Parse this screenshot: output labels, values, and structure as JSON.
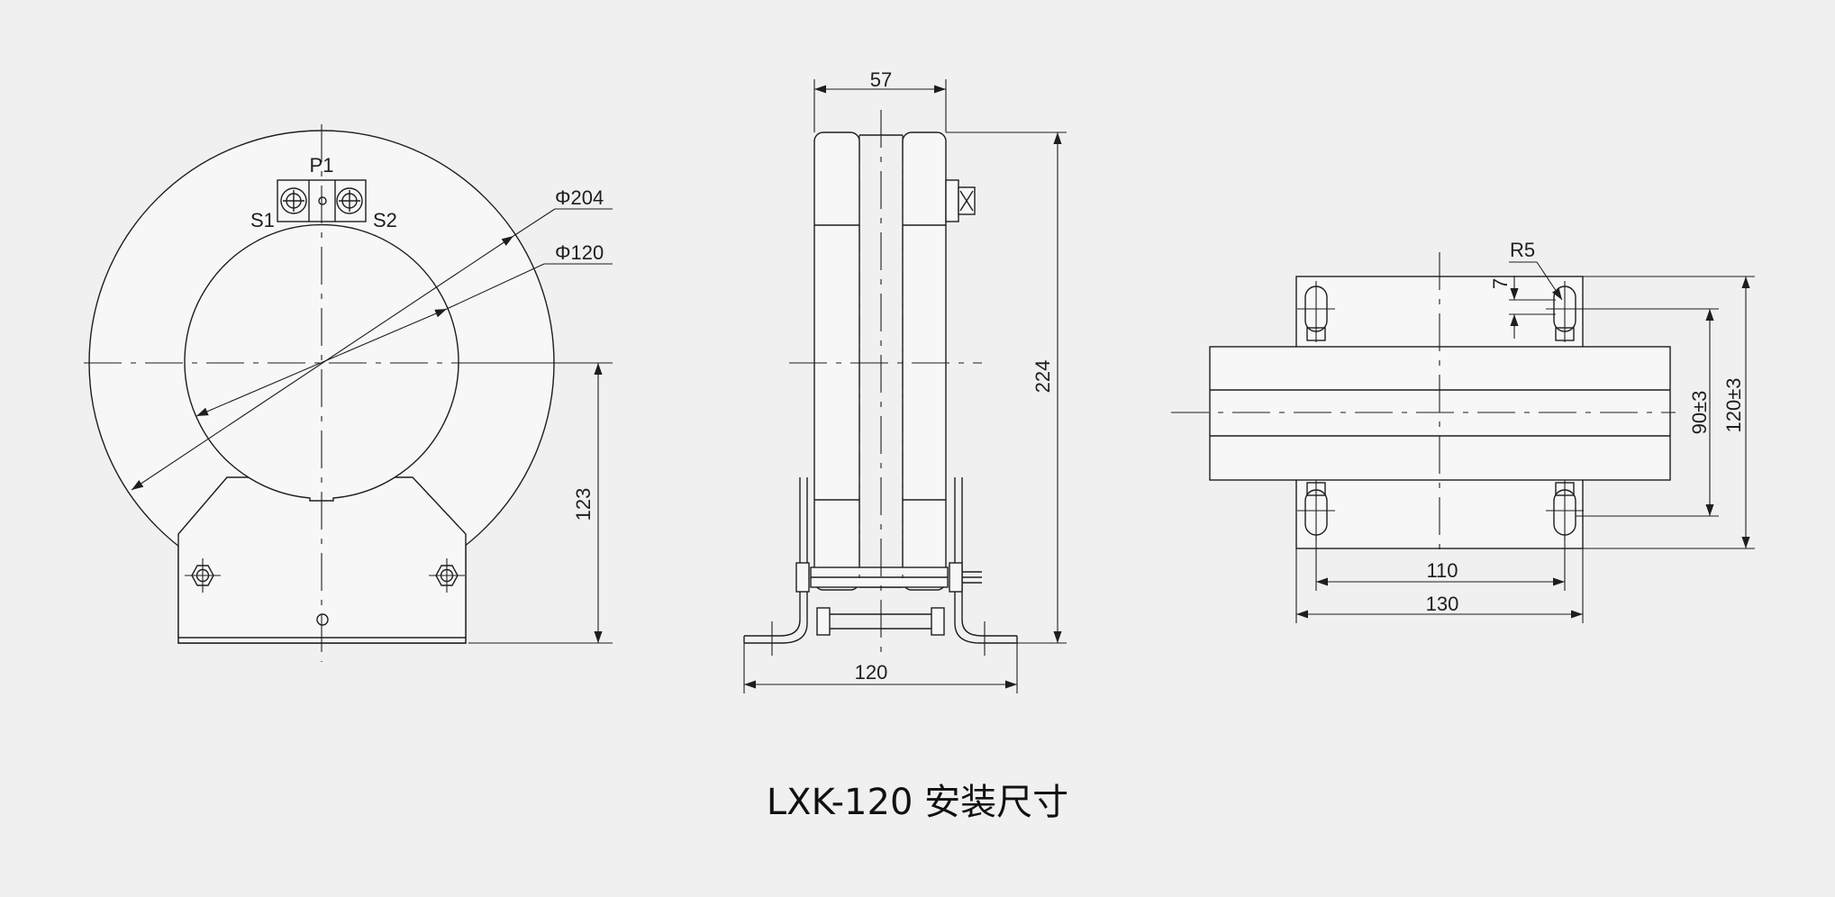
{
  "caption": "LXK-120 安装尺寸",
  "front_view": {
    "terminal_p1": "P1",
    "terminal_s1": "S1",
    "terminal_s2": "S2",
    "outer_diameter": "Φ204",
    "inner_diameter": "Φ120",
    "center_height": "123"
  },
  "side_view": {
    "width": "57",
    "height": "224",
    "base_width": "120"
  },
  "bottom_view": {
    "slot_radius": "R5",
    "slot_length": "7",
    "inner_span": "90±3",
    "outer_span": "120±3",
    "hole_pitch": "110",
    "base_length": "130"
  }
}
